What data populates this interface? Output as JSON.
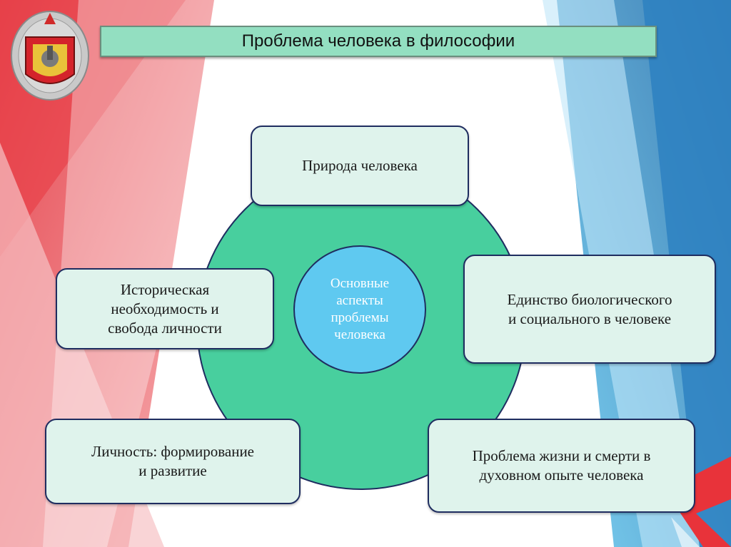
{
  "slide": {
    "title": "Проблема человека в философии",
    "center": "Основные\nаспекты\nпроблемы\nчеловека",
    "aspects": [
      "Природа человека",
      "Историческая\nнеобходимость и\nсвобода личности",
      "Единство биологического\nи социального в человеке",
      "Личность: формирование\nи развитие",
      "Проблема жизни и смерти в\nдуховном опыте человека"
    ]
  },
  "colors": {
    "title_bar": "#93dfc1",
    "outer_circle": "#48cf9e",
    "center_circle": "#5fc9f0",
    "box_fill": "#dff3ec",
    "border": "#1f2d60",
    "left_accent": "#e8333a",
    "right_accent": "#2f8ed0"
  },
  "icons": {
    "emblem": "military-emblem-icon"
  }
}
